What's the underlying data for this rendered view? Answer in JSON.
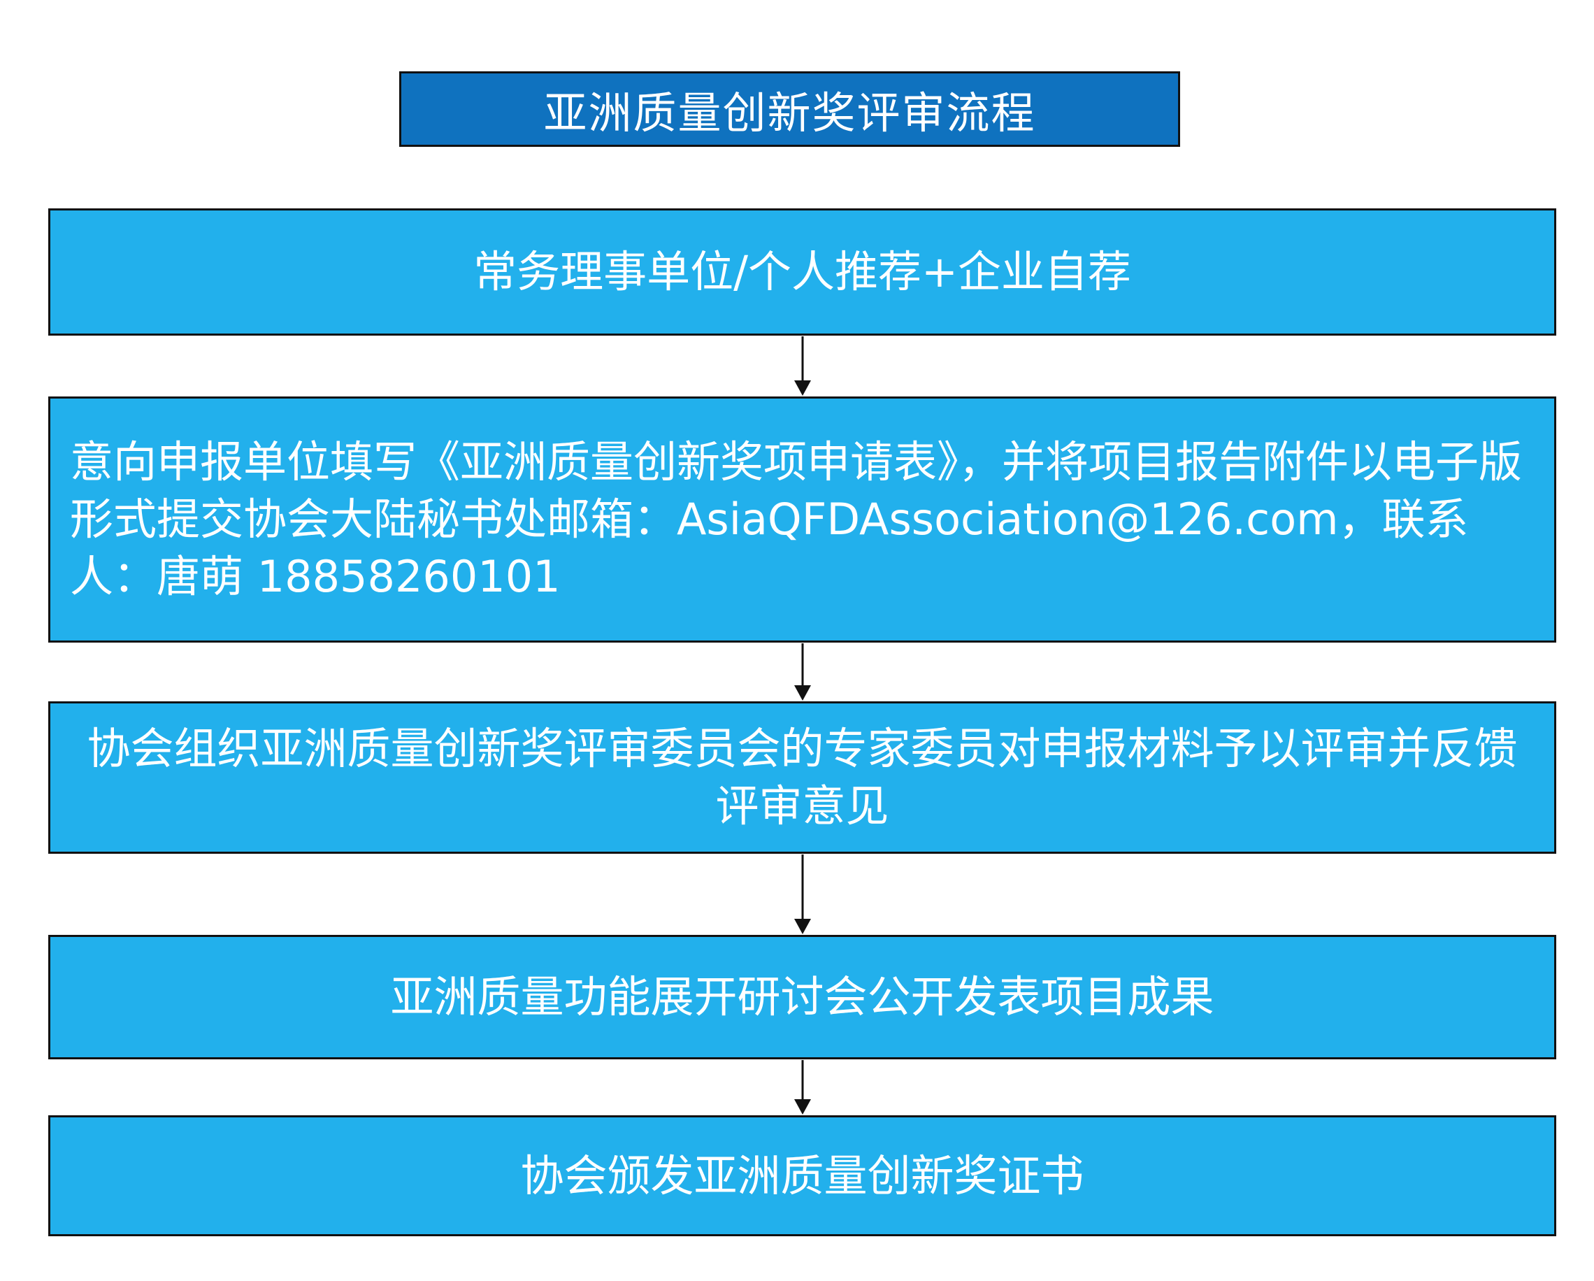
{
  "title": "亚洲质量创新奖评审流程",
  "steps": [
    {
      "text": "常务理事单位/个人推荐+企业自荐"
    },
    {
      "text": "意向申报单位填写《亚洲质量创新奖项申请表》，并将项目报告附件以电子版形式提交协会大陆秘书处邮箱：AsiaQFDAssociation@126.com，联系人：唐萌 18858260101"
    },
    {
      "text": "协会组织亚洲质量创新奖评审委员会的专家委员对申报材料予以评审并反馈评审意见"
    },
    {
      "text": "亚洲质量功能展开研讨会公开发表项目成果"
    },
    {
      "text": "协会颁发亚洲质量创新奖证书"
    }
  ],
  "colors": {
    "title_fill": "#0f72bf",
    "step_fill": "#22b0ec",
    "border": "#111111",
    "text": "#ffffff"
  }
}
